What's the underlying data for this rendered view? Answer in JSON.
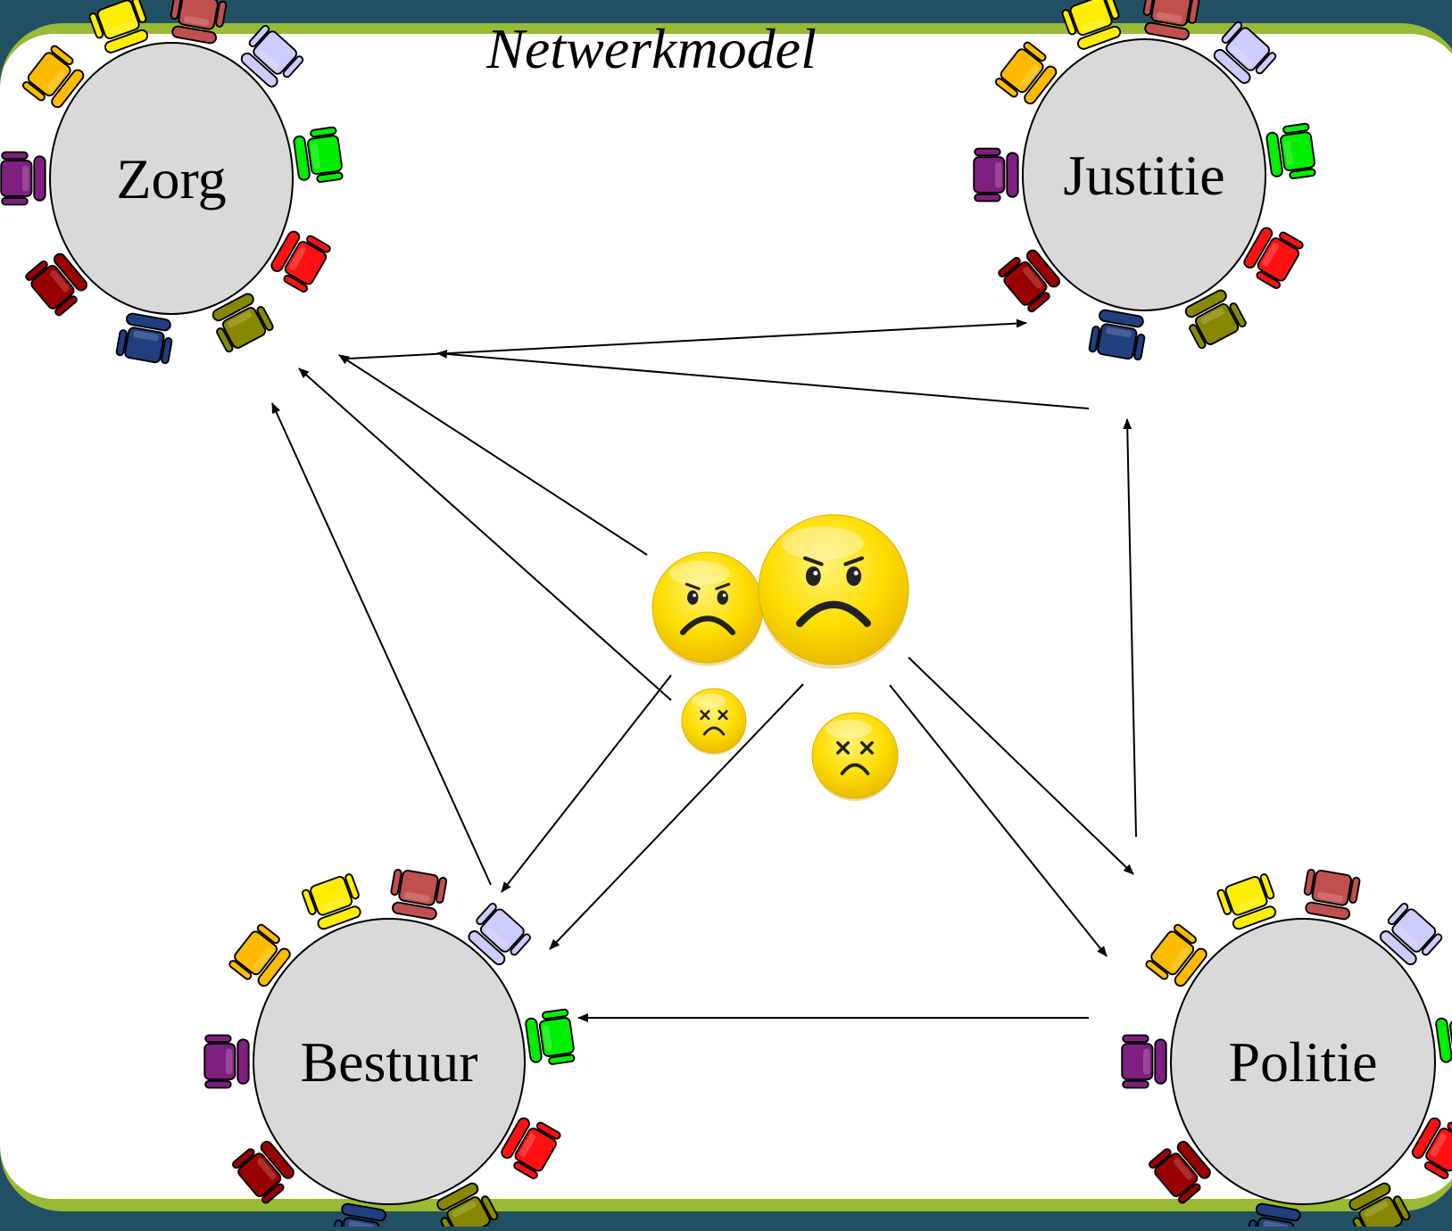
{
  "title": "Netwerkmodel",
  "tables": [
    {
      "id": "zorg",
      "label": "Zorg"
    },
    {
      "id": "justitie",
      "label": "Justitie"
    },
    {
      "id": "bestuur",
      "label": "Bestuur"
    },
    {
      "id": "politie",
      "label": "Politie"
    }
  ],
  "chair_colors": [
    "#ffee00",
    "#c0504d",
    "#ccccff",
    "#00ee00",
    "#ff1111",
    "#888800",
    "#1f3f7f",
    "#990000",
    "#7f1f7f",
    "#ffbb00"
  ],
  "colors": {
    "frame_dark": "#225063",
    "frame_green": "#99bb33",
    "slide_bg": "#ffffff",
    "table_fill": "#d9d9d9",
    "smiley_yellow": "#ffdd00"
  },
  "faces": [
    {
      "name": "frown-face-icon"
    },
    {
      "name": "frown-face-icon"
    },
    {
      "name": "dizzy-face-icon"
    },
    {
      "name": "dizzy-face-icon"
    }
  ]
}
